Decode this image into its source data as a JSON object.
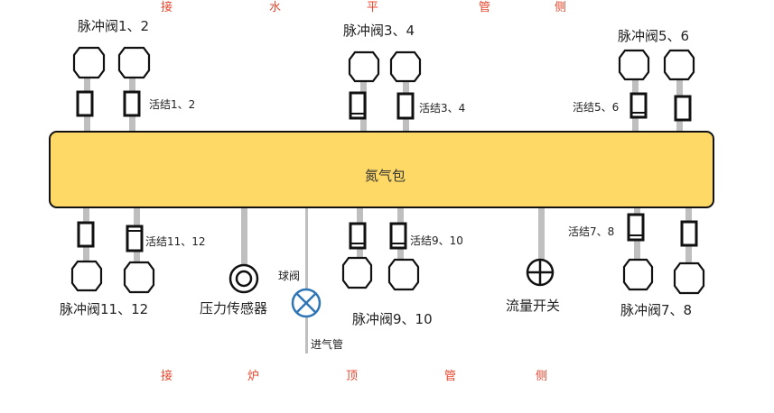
{
  "top_side_label": [
    "接",
    "水",
    "平",
    "管",
    "侧"
  ],
  "bottom_side_label": [
    "接",
    "炉",
    "顶",
    "管",
    "侧"
  ],
  "tank": {
    "label": "氮气包",
    "fill": "#FFD966",
    "stroke": "#111111"
  },
  "pulse_valves": {
    "v12": "脉冲阀1、2",
    "v34": "脉冲阀3、4",
    "v56": "脉冲阀5、6",
    "v1112": "脉冲阀11、12",
    "v910": "脉冲阀9、10",
    "v78": "脉冲阀7、8"
  },
  "unions": {
    "u12": "活结1、2",
    "u34": "活结3、4",
    "u56": "活结5、6",
    "u1112": "活结11、12",
    "u910": "活结9、10",
    "u78": "活结7、8"
  },
  "pressure_sensor": "压力传感器",
  "ball_valve": "球阀",
  "inlet_pipe": "进气管",
  "flow_switch": "流量开关",
  "colors": {
    "label_red": "#E8472E",
    "pipe": "#BFBFBF",
    "valve_blue": "#2E75B6"
  }
}
